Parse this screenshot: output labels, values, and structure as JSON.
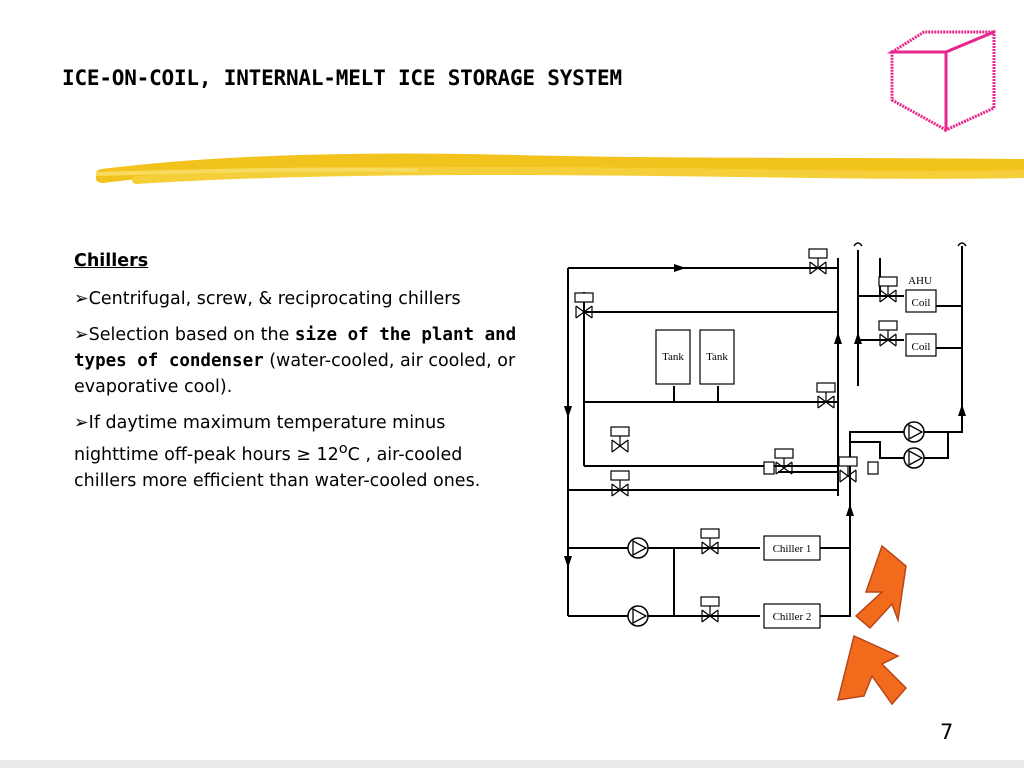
{
  "slide": {
    "title": "ICE-ON-COIL, INTERNAL-MELT ICE STORAGE SYSTEM",
    "page_number": "7"
  },
  "content": {
    "heading": "Chillers",
    "bullet_marker": "➢",
    "bullet1": "Centrifugal, screw, & reciprocating chillers",
    "bullet2_pre": "Selection based on the ",
    "bullet2_bold": "size of the plant and types of condenser",
    "bullet2_post": " (water-cooled, air cooled, or evaporative cool).",
    "bullet3_a": "If daytime maximum temperature minus nighttime off-peak hours ≥ 12",
    "bullet3_sup": "o",
    "bullet3_b": "C , air-cooled chillers more efficient than water-cooled ones."
  },
  "diagram": {
    "ahu_label": "AHU",
    "coil_label": "Coil",
    "tank_label": "Tank",
    "chiller1_label": "Chiller 1",
    "chiller2_label": "Chiller 2"
  },
  "colors": {
    "cube": "#e8268f",
    "highlight_stroke": "#f2c31c",
    "arrow_fill": "#f26b1d",
    "arrow_stroke": "#b5461a"
  }
}
